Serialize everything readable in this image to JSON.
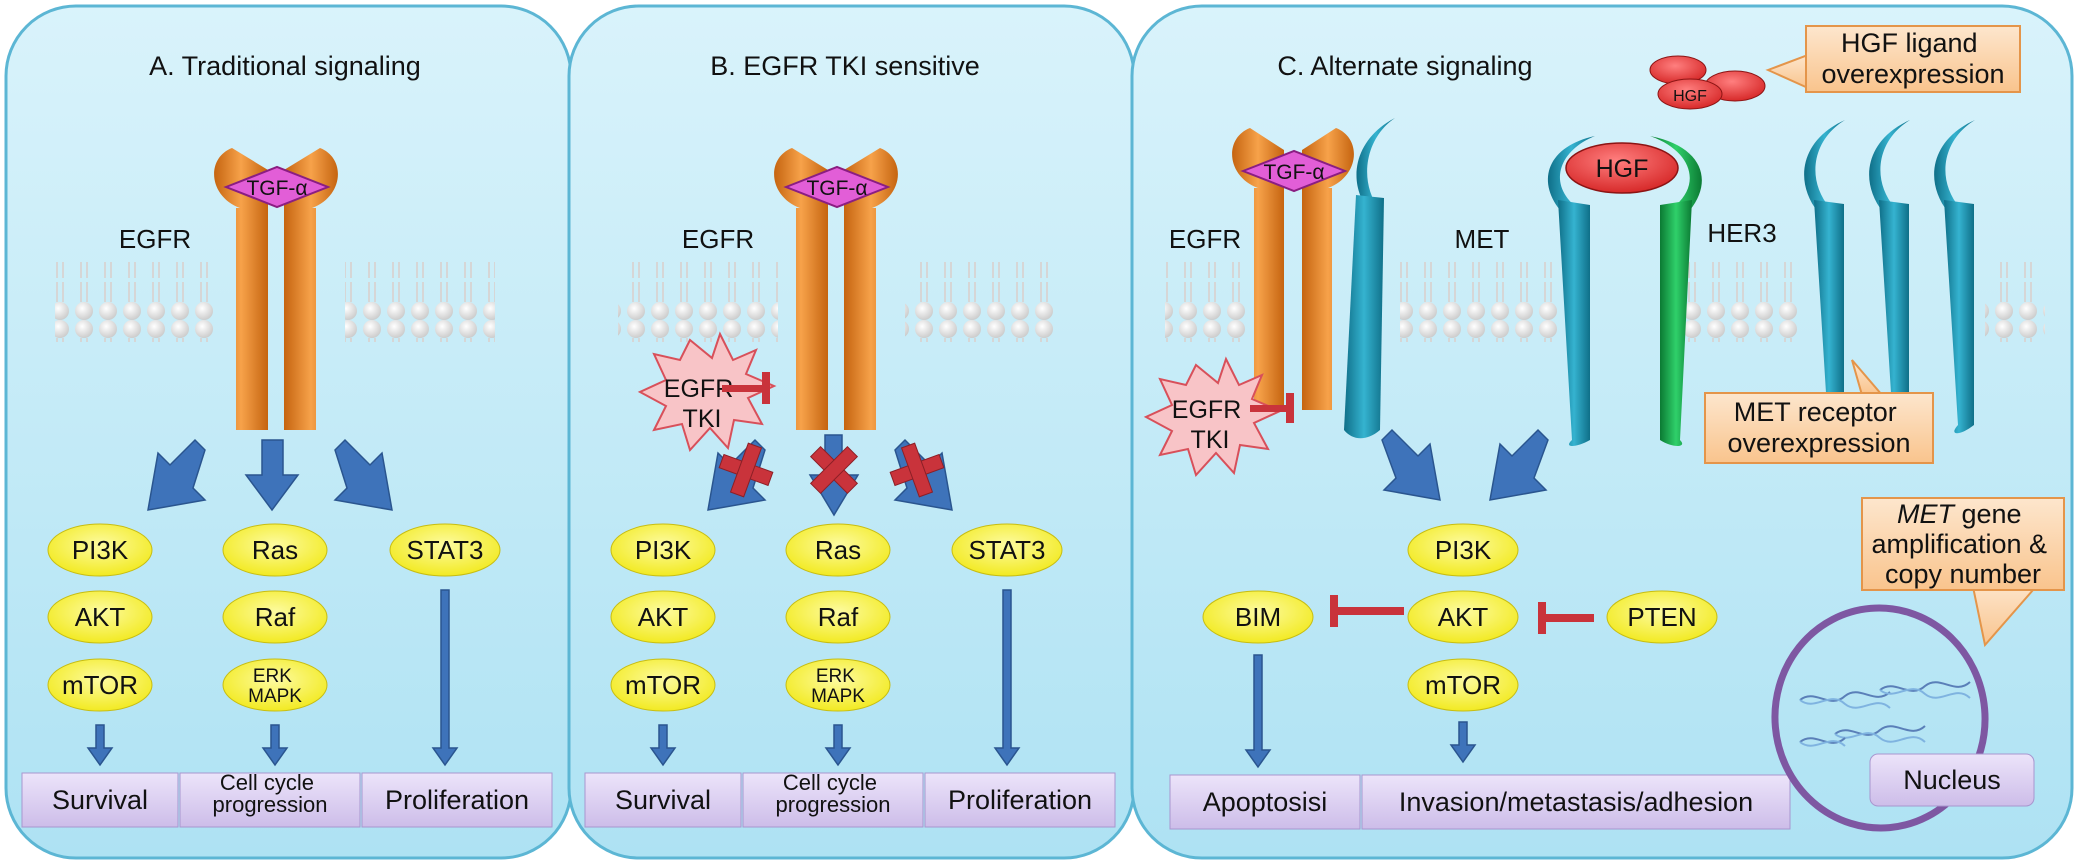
{
  "panels": [
    {
      "id": "A",
      "title": "A. Traditional signaling",
      "receptor_label": "EGFR",
      "ligand": "TGF-α",
      "columns": [
        {
          "nodes": [
            "PI3K",
            "AKT",
            "mTOR"
          ],
          "outcome": "Survival"
        },
        {
          "nodes": [
            "Ras",
            "Raf",
            "ERK MAPK"
          ],
          "outcome": "Cell cycle progression"
        },
        {
          "nodes": [
            "STAT3"
          ],
          "outcome": "Proliferation"
        }
      ]
    },
    {
      "id": "B",
      "title": "B. EGFR TKI sensitive",
      "receptor_label": "EGFR",
      "ligand": "TGF-α",
      "inhibitor": "EGFR TKI",
      "columns": [
        {
          "nodes": [
            "PI3K",
            "AKT",
            "mTOR"
          ],
          "outcome": "Survival"
        },
        {
          "nodes": [
            "Ras",
            "Raf",
            "ERK MAPK"
          ],
          "outcome": "Cell cycle progression"
        },
        {
          "nodes": [
            "STAT3"
          ],
          "outcome": "Proliferation"
        }
      ]
    },
    {
      "id": "C",
      "title": "C. Alternate signaling",
      "receptor_labels": [
        "EGFR",
        "MET",
        "HER3"
      ],
      "ligand": "TGF-α",
      "hgf": "HGF",
      "inhibitor": "EGFR TKI",
      "nodes": {
        "pi3k": "PI3K",
        "akt": "AKT",
        "mtor": "mTOR",
        "bim": "BIM",
        "pten": "PTEN"
      },
      "outcomes": [
        "Apoptosisi",
        "Invasion/metastasis/adhesion"
      ],
      "callouts": {
        "hgf_overexpression": "HGF ligand overexpression",
        "met_overexpression": "MET receptor overexpression",
        "met_amplification_italic": "MET",
        "met_amplification_rest": "gene amplification & copy number"
      },
      "nucleus": "Nucleus"
    }
  ],
  "colors": {
    "panel_fill": "#c4ecf8",
    "receptor_egfr": "#e8831e",
    "receptor_met": "#1b94b3",
    "receptor_green": "#12a84a",
    "node": "#f7f23d",
    "arrow": "#3e73ba",
    "inhibit": "#d0393f",
    "outcome": "#d9ccef",
    "callout": "#fcd3a8",
    "nucleus": "#7e57a2"
  }
}
